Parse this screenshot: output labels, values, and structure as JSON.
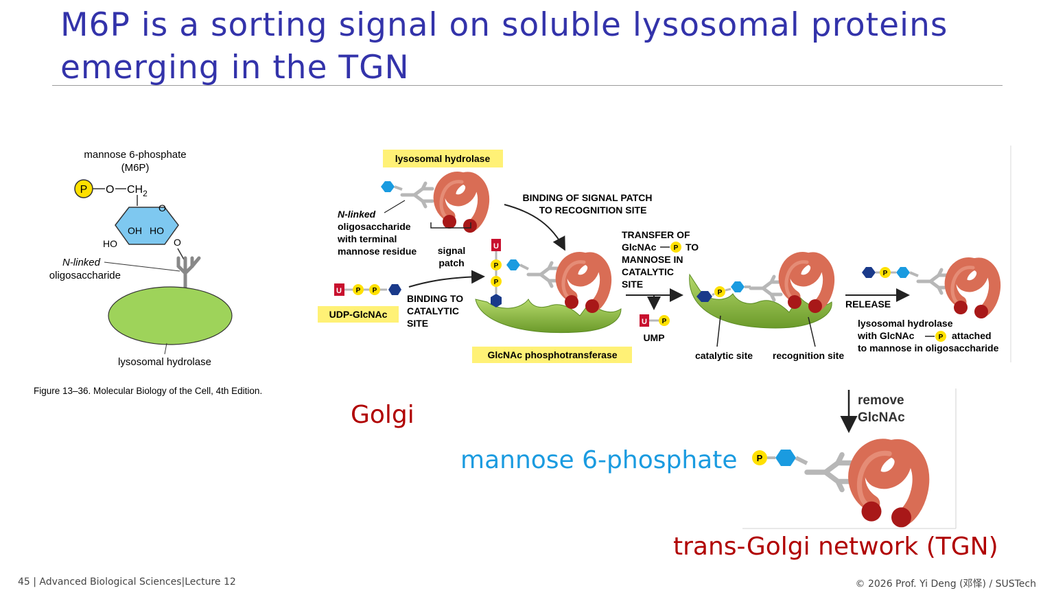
{
  "slide": {
    "title": "M6P is a sorting signal on soluble lysosomal proteins emerging in the TGN",
    "footer_left": "45 | Advanced Biological Sciences|Lecture 12",
    "footer_right": "© 2026 Prof. Yi Deng (邓怿) / SUSTech"
  },
  "left_figure": {
    "mannose_label": "mannose 6-phosphate",
    "m6p_abbr": "(M6P)",
    "phosphate": "P",
    "o_atom": "O",
    "ch2": "CH",
    "ch2_sub": "2",
    "ring_o": "O",
    "oh": "OH",
    "ho_inner": "HO",
    "ho_outer": "HO",
    "o_link": "O",
    "nlinked_1": "N-linked",
    "nlinked_2": "oligosaccharide",
    "hydrolase": "lysosomal hydrolase",
    "caption": "Figure 13–36. Molecular Biology of the Cell, 4th Edition."
  },
  "right_figure": {
    "lys_hydrolase_box": "lysosomal hydrolase",
    "nlinked_1": "N-linked",
    "nlinked_2": "oligosaccharide",
    "nlinked_3": "with terminal",
    "nlinked_4": "mannose residue",
    "signal_1": "signal",
    "signal_2": "patch",
    "binding_signal_1": "BINDING OF SIGNAL PATCH",
    "binding_signal_2": "TO RECOGNITION SITE",
    "u": "U",
    "p": "P",
    "udp_box": "UDP-GlcNAc",
    "binding_cat_1": "BINDING TO",
    "binding_cat_2": "CATALYTIC",
    "binding_cat_3": "SITE",
    "transfer_1": "TRANSFER OF",
    "transfer_2a": "GlcNAc",
    "transfer_2b": "TO",
    "transfer_3": "MANNOSE IN",
    "transfer_4": "CATALYTIC",
    "transfer_5": "SITE",
    "ump": "UMP",
    "phosphotransferase_box": "GlcNAc phosphotransferase",
    "catalytic_site": "catalytic site",
    "recognition_site": "recognition site",
    "release": "RELEASE",
    "release_1": "lysosomal hydrolase",
    "release_2a": "with  GlcNAc",
    "release_2b": "attached",
    "release_3": "to mannose in oligosaccharide"
  },
  "bottom_figure": {
    "remove_1": "remove",
    "remove_2": "GlcNAc"
  },
  "annotations": {
    "golgi": "Golgi",
    "m6p": "mannose 6-phosphate",
    "tgn": "trans-Golgi network (TGN)"
  },
  "colors": {
    "title": "#3333aa",
    "golgi": "#b00000",
    "m6p_annotation": "#1a9be0",
    "label_box": "#fff176",
    "phosphate": "#ffe000",
    "hexagon": "#1a9be0",
    "glcnac": "#1a3a8a",
    "enzyme": "#8dc63f",
    "hydrolase": "#e07a5f"
  }
}
